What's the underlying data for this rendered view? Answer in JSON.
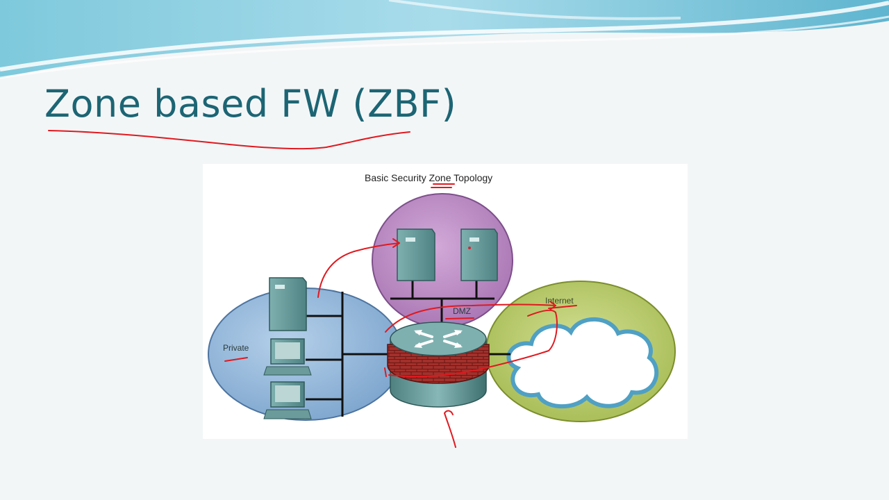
{
  "slide": {
    "title": "Zone based FW (ZBF)"
  },
  "diagram": {
    "title": "Basic Security Zone Topology",
    "zones": {
      "private": "Private",
      "dmz": "DMZ",
      "internet": "Internet"
    }
  },
  "colors": {
    "title": "#1c6574",
    "private_zone": "#8fb3d6",
    "dmz_zone": "#b98bc2",
    "internet_zone": "#b7c869",
    "device": "#5f9393",
    "firewall_brick": "#9b2a26",
    "annotation_ink": "#e0191f"
  },
  "icons": {
    "server": "server-icon",
    "workstation": "workstation-icon",
    "router": "router-icon",
    "firewall": "firewall-icon",
    "cloud": "cloud-icon"
  }
}
